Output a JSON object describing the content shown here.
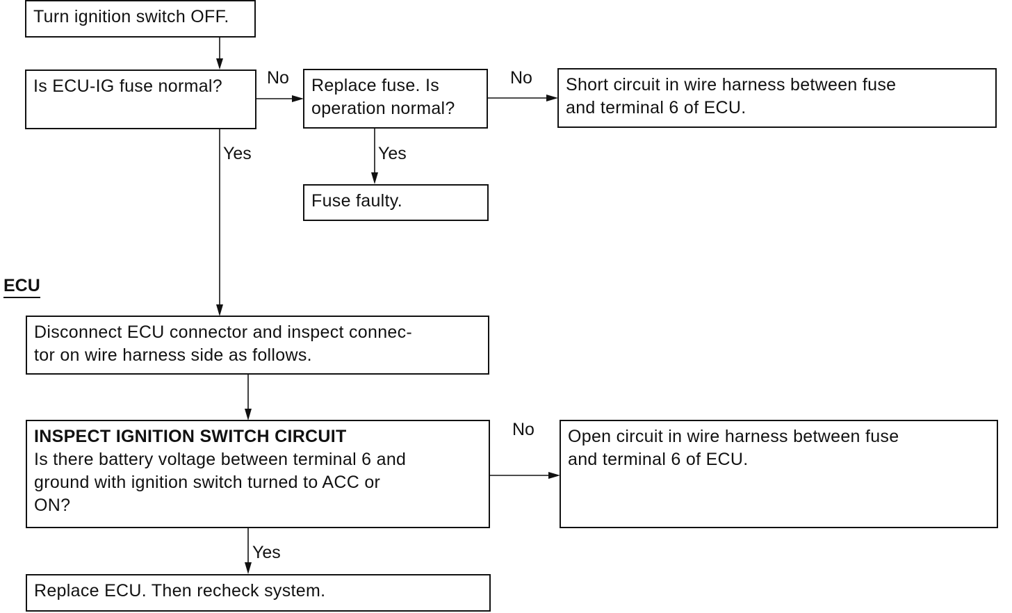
{
  "steps": {
    "turn_off": {
      "text": "Turn ignition switch OFF."
    },
    "fuse_check": {
      "text": "Is ECU-IG fuse normal?"
    },
    "replace_fuse": {
      "line1": "Replace fuse. Is",
      "line2": "operation normal?"
    },
    "short_circuit": {
      "line1": "Short circuit in wire harness between fuse",
      "line2": "and terminal 6 of ECU."
    },
    "fuse_faulty": {
      "text": "Fuse faulty."
    },
    "disconnect": {
      "line1": "Disconnect ECU connector and inspect connec-",
      "line2": "tor on wire harness side as follows."
    },
    "inspect": {
      "heading": "INSPECT IGNITION SWITCH CIRCUIT",
      "line1": "Is there battery voltage between terminal 6 and",
      "line2": "ground with ignition switch turned to ACC or",
      "line3": "ON?"
    },
    "open_circuit": {
      "line1": "Open circuit in wire harness between fuse",
      "line2": "and terminal 6 of ECU."
    },
    "replace_ecu": {
      "text": "Replace ECU. Then recheck system."
    }
  },
  "section_label": "ECU",
  "branch_labels": {
    "fuse_no": "No",
    "fuse_yes": "Yes",
    "replace_no": "No",
    "replace_yes": "Yes",
    "inspect_no": "No",
    "inspect_yes": "Yes"
  }
}
